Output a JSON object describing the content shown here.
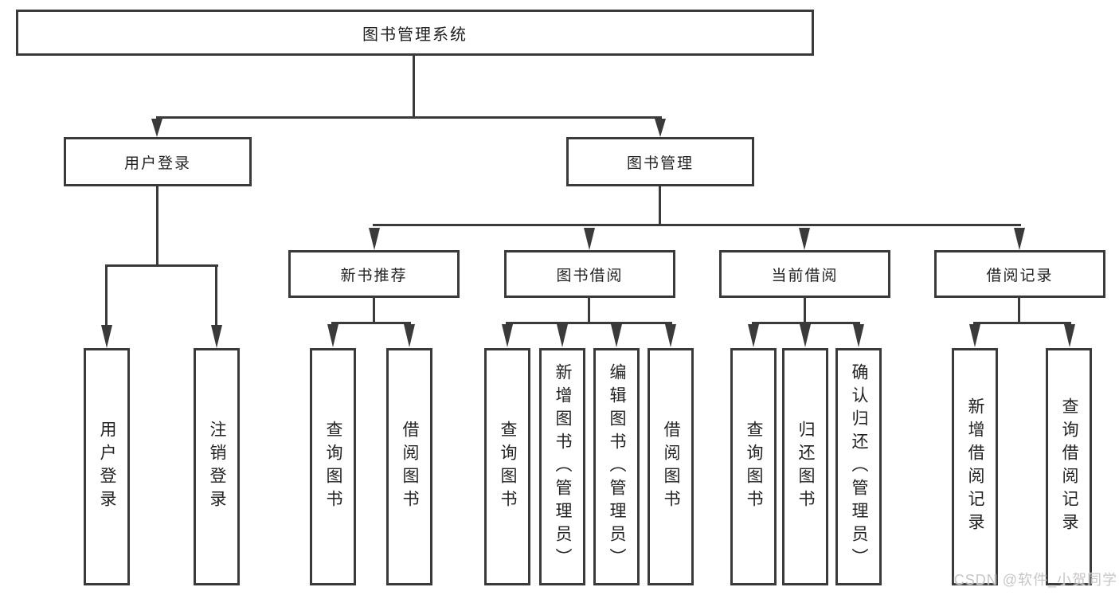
{
  "tree": {
    "label": "图书管理系统",
    "children": [
      {
        "label": "用户登录",
        "children": [
          {
            "label": "用户登录"
          },
          {
            "label": "注销登录"
          }
        ]
      },
      {
        "label": "图书管理",
        "children": [
          {
            "label": "新书推荐",
            "children": [
              {
                "label": "查询图书"
              },
              {
                "label": "借阅图书"
              }
            ]
          },
          {
            "label": "图书借阅",
            "children": [
              {
                "label": "查询图书"
              },
              {
                "label": "新增图书（管理员）"
              },
              {
                "label": "编辑图书（管理员）"
              },
              {
                "label": "借阅图书"
              }
            ]
          },
          {
            "label": "当前借阅",
            "children": [
              {
                "label": "查询图书"
              },
              {
                "label": "归还图书"
              },
              {
                "label": "确认归还（管理员）"
              }
            ]
          },
          {
            "label": "借阅记录",
            "children": [
              {
                "label": "新增借阅记录"
              },
              {
                "label": "查询借阅记录"
              }
            ]
          }
        ]
      }
    ]
  },
  "watermark": {
    "text": "CSDN @软件_小贺同学"
  },
  "colors": {
    "line": "#3a3a3a",
    "text": "#222222",
    "watermark_text": "#c8c5c5",
    "background": "#ffffff"
  }
}
